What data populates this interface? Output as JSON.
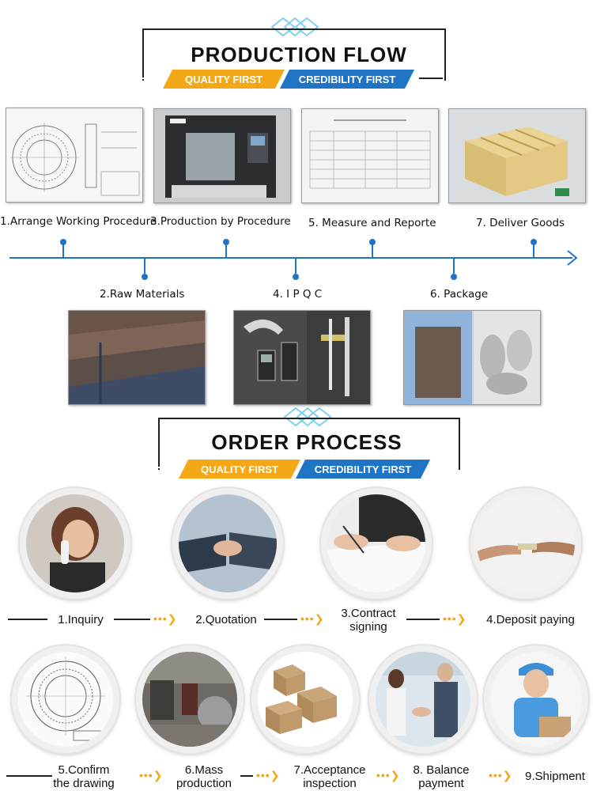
{
  "production_flow": {
    "title": "PRODUCTION FLOW",
    "ribbon_left": "QUALITY FIRST",
    "ribbon_right": "CREDIBILITY FIRST",
    "steps_top": [
      "1.Arrange Working Procedure",
      "3.Production by Procedure",
      "5. Measure and Reporte",
      "7. Deliver Goods"
    ],
    "steps_bottom": [
      "2.Raw Materials",
      "4. I P Q C",
      "6. Package"
    ]
  },
  "order_process": {
    "title": "ORDER PROCESS",
    "ribbon_left": "QUALITY FIRST",
    "ribbon_right": "CREDIBILITY FIRST",
    "row1": [
      {
        "line1": "1.Inquiry",
        "line2": ""
      },
      {
        "line1": "2.Quotation",
        "line2": ""
      },
      {
        "line1": "3.Contract",
        "line2": "signing"
      },
      {
        "line1": "4.Deposit paying",
        "line2": ""
      }
    ],
    "row2": [
      {
        "line1": "5.Confirm",
        "line2": "the drawing"
      },
      {
        "line1": "6.Mass",
        "line2": "production"
      },
      {
        "line1": "7.Acceptance",
        "line2": "inspection"
      },
      {
        "line1": "8. Balance",
        "line2": "payment"
      },
      {
        "line1": "9.Shipment",
        "line2": ""
      }
    ],
    "arrow_glyph": "•••❯"
  },
  "colors": {
    "accent_yellow": "#f5a817",
    "accent_blue": "#1f74c4"
  }
}
